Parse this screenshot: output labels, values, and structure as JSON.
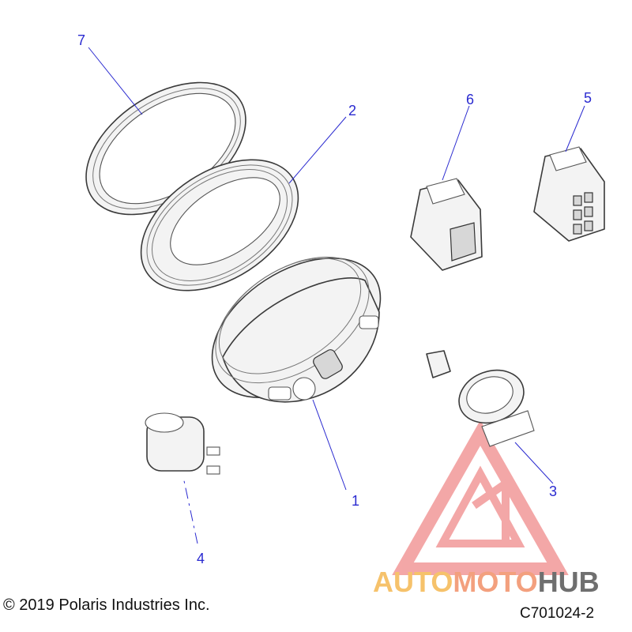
{
  "callouts": {
    "c1": "1",
    "c2": "2",
    "c3": "3",
    "c4": "4",
    "c5": "5",
    "c6": "6",
    "c7": "7"
  },
  "footer": {
    "copyright": "© 2019 Polaris Industries Inc.",
    "figure_code": "C701024-2"
  },
  "watermark": {
    "part1": "AUTO",
    "part2": "MOTO",
    "part3": "HUB"
  },
  "colors": {
    "callout": "#2a2ad0",
    "watermark_triangle": "#f08a8a",
    "watermark_auto": "#f6c26b",
    "watermark_moto": "#f3a07e",
    "watermark_hub": "#6f6f6f"
  }
}
